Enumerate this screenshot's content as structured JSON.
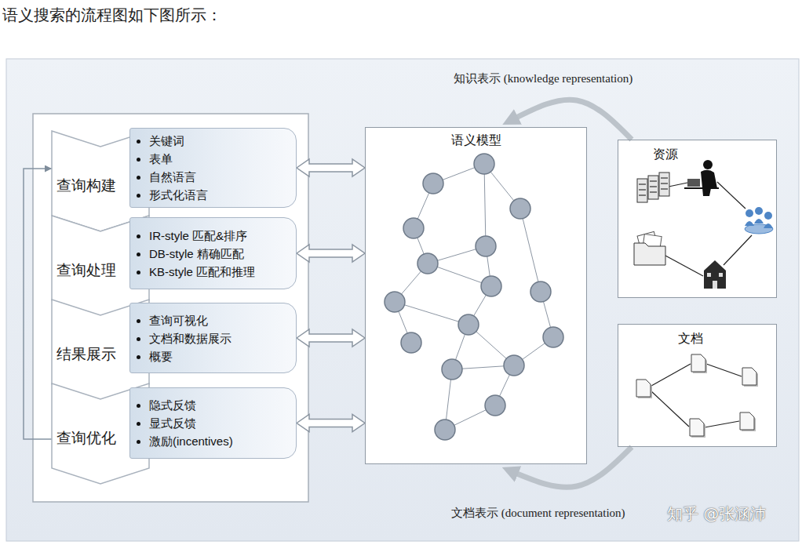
{
  "diagram": {
    "title": "语义搜索的流程图如下图所示：",
    "nodes": [
      {
        "text": [
          "查询构建"
        ]
      },
      {
        "text": [
          "关键词",
          "表单",
          "自然语言",
          "形式化语言"
        ]
      },
      {
        "text": [
          "查询处理"
        ]
      },
      {
        "text": [
          "IR-style 匹配&排序",
          "DB-style 精确匹配",
          "KB-style 匹配和推理"
        ]
      },
      {
        "text": [
          "结果展示"
        ]
      },
      {
        "text": [
          "查询可视化",
          "文档和数据展示",
          "概要"
        ]
      },
      {
        "text": [
          "查询优化"
        ]
      },
      {
        "text": [
          "隐式反馈",
          "显式反馈",
          "激励(incentives)"
        ]
      },
      {
        "text": [
          "语义模型"
        ]
      },
      {
        "text": [
          "资源"
        ]
      },
      {
        "text": [
          "文档"
        ]
      }
    ],
    "edges": [
      {
        "from": 6,
        "to": 0,
        "arrow": "to"
      },
      {
        "from": 1,
        "to": 8,
        "arrow": "both"
      },
      {
        "from": 3,
        "to": 8,
        "arrow": "both"
      },
      {
        "from": 5,
        "to": 8,
        "arrow": "both"
      },
      {
        "from": 7,
        "to": 8,
        "arrow": "both"
      },
      {
        "from": 9,
        "to": 8,
        "arrow": "to",
        "label": "知识表示 (knowledge representation)"
      },
      {
        "from": 10,
        "to": 8,
        "arrow": "to",
        "label": "文档表示 (document representation)"
      }
    ],
    "labels": [
      "知乎 @张涵沛"
    ]
  }
}
